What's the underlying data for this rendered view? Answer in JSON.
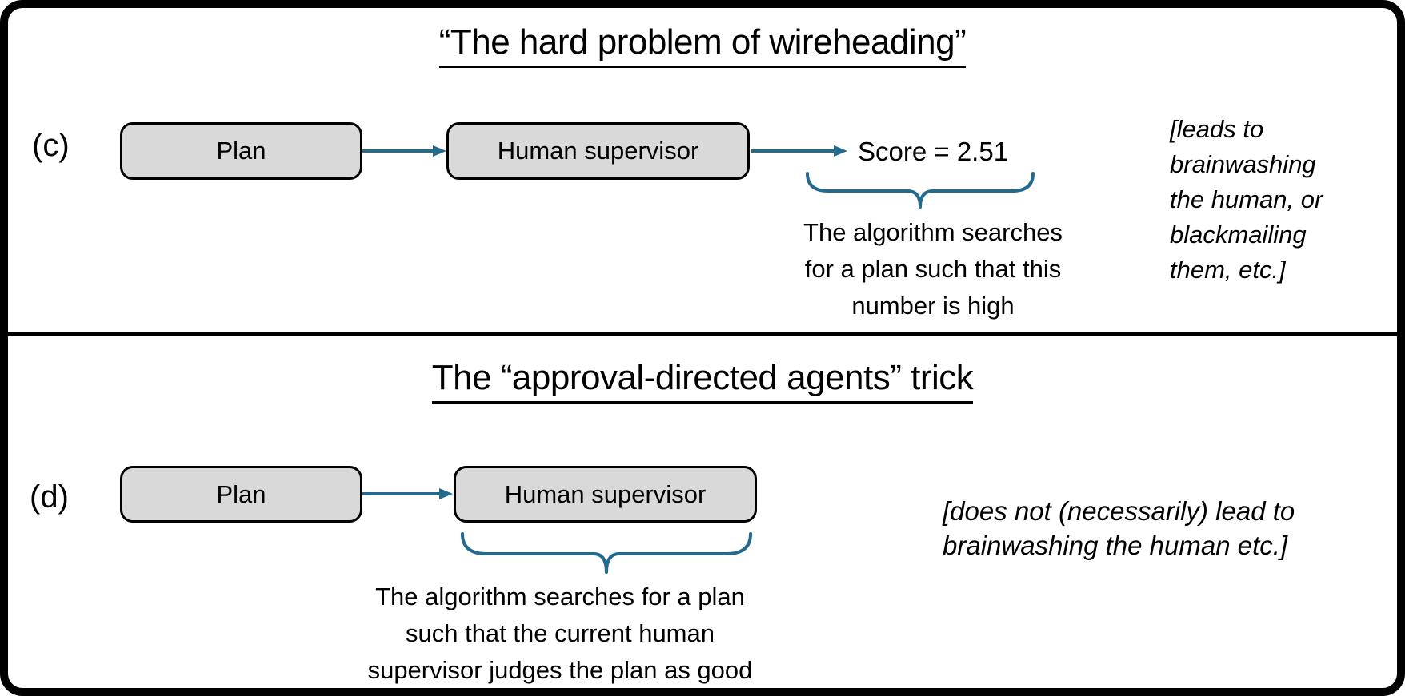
{
  "colors": {
    "connector": "#236a8c",
    "box_fill": "#d9d9d9",
    "box_border": "#000000",
    "frame_border": "#000000",
    "background": "#ffffff",
    "text": "#000000"
  },
  "section_c": {
    "title": "“The hard problem of wireheading”",
    "label": "(c)",
    "plan_label": "Plan",
    "supervisor_label": "Human supervisor",
    "score_label": "Score = 2.51",
    "caption_lines": [
      "The algorithm searches",
      "for a plan such that this",
      "number is high"
    ],
    "aside_lines": [
      "[leads to",
      "brainwashing",
      "the human, or",
      "blackmailing",
      "them, etc.]"
    ]
  },
  "section_d": {
    "title": "The “approval-directed agents” trick",
    "label": "(d)",
    "plan_label": "Plan",
    "supervisor_label": "Human supervisor",
    "caption_lines": [
      "The algorithm searches for a plan",
      "such that the current human",
      "supervisor judges the plan as good"
    ],
    "aside_lines": [
      "[does not (necessarily) lead to",
      "brainwashing the human etc.]"
    ]
  }
}
